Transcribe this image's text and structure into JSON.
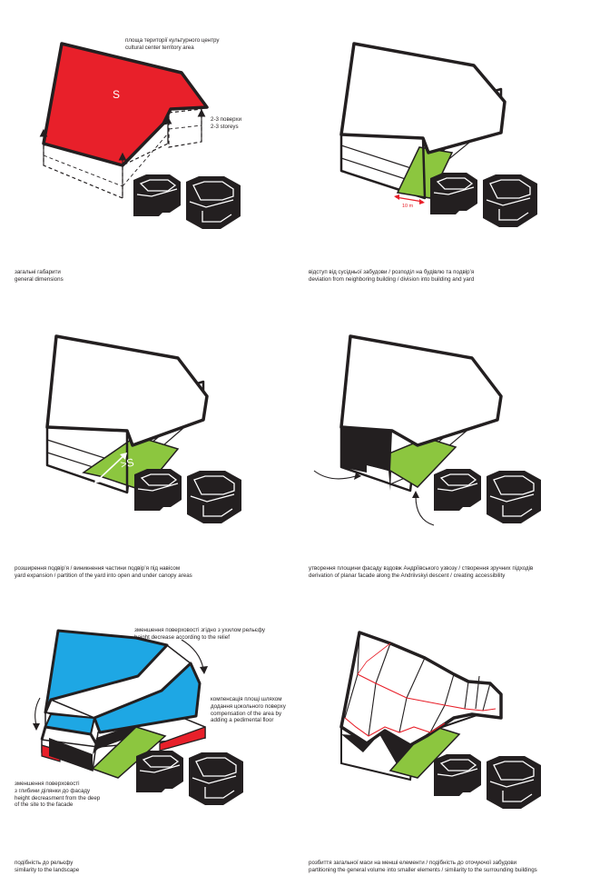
{
  "panels": [
    {
      "caption_ua": "загальні габарити",
      "caption_en": "general dimensions",
      "notes": [
        {
          "ua": "площа території культурного центру",
          "en": "cultural center territory area"
        },
        {
          "ua": "2-3 поверхи",
          "en": "2-3 storeys"
        }
      ],
      "area_label": "S"
    },
    {
      "caption_ua": "відступ від сусідньої забудови / розподіл на будівлю та подвір’я",
      "caption_en": "deviation from neighboring building / division into building and yard",
      "dimension_label": "10 m"
    },
    {
      "caption_ua": "розширення подвір’я / виникнення частини подвір’я під навісом",
      "caption_en": "yard expansion / partition of the yard into open and under canopy areas",
      "area_label": ">S"
    },
    {
      "caption_ua": "утворення площини фасаду вздовж Андріївського узвозу / створення зручних підходів",
      "caption_en": "derivation of planar facade along the Andriivskyi descent / creating accessibility"
    },
    {
      "caption_ua": "подібність до рельєфу",
      "caption_en": "similarity to the landscape",
      "notes": [
        {
          "ua": "зменшення поверховості згідно з ухилом рельєфу",
          "en": "height decrease according to the relief"
        },
        {
          "ua1": "компенсація площі шляхом",
          "ua2": "додання цокольного поверху",
          "en1": "compensation of the area by",
          "en2": "adding a pedimental floor"
        },
        {
          "ua1": "зменшення поверховості",
          "ua2": "з глибини ділянки до фасаду",
          "en1": "height decreasment from the deep",
          "en2": "of the site to the facade"
        }
      ]
    },
    {
      "caption_ua": "розбиття загальної маси на менші елементи / подібність до оточуючої забудови",
      "caption_en": "partitioning the general volume into smaller elements / similarity to the surrounding buildings"
    }
  ],
  "colors": {
    "area_red": "#e8202a",
    "yard_green": "#8cc63f",
    "roof_blue": "#1ea7e4",
    "ink": "#231f20"
  }
}
